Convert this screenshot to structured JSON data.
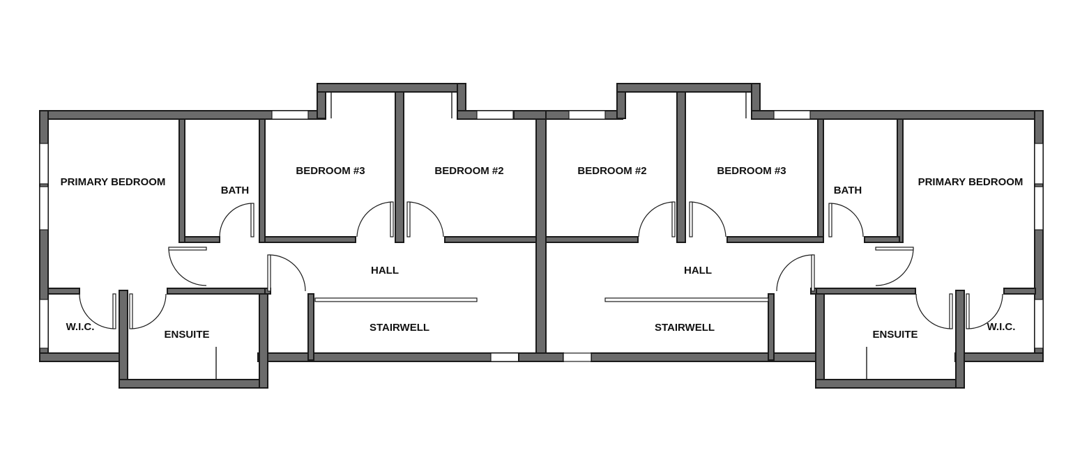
{
  "plan": {
    "left_unit": {
      "primary_bedroom": "PRIMARY BEDROOM",
      "bath": "BATH",
      "bedroom_3": "BEDROOM #3",
      "bedroom_2": "BEDROOM #2",
      "hall": "HALL",
      "stairwell": "STAIRWELL",
      "wic": "W.I.C.",
      "ensuite": "ENSUITE"
    },
    "right_unit": {
      "bedroom_2": "BEDROOM #2",
      "bedroom_3": "BEDROOM #3",
      "bath": "BATH",
      "primary_bedroom": "PRIMARY BEDROOM",
      "hall": "HALL",
      "stairwell": "STAIRWELL",
      "ensuite": "ENSUITE",
      "wic": "W.I.C."
    },
    "colors": {
      "wall_fill": "#6b6b6b",
      "wall_outline": "#1a1a1a",
      "background": "#ffffff"
    }
  }
}
